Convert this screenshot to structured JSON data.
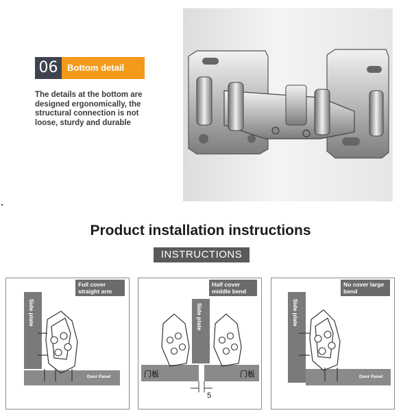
{
  "feature": {
    "number": "06",
    "title": "Bottom detail",
    "description": "The details at the bottom are designed ergonomically, the structural connection is not loose, sturdy and durable"
  },
  "heading": "Product installation instructions",
  "instructions_label": "INSTRUCTIONS",
  "panels": [
    {
      "title": "Full cover straight arm",
      "side_label": "Side plate",
      "door_label": "Door Panel"
    },
    {
      "title": "Half cover middle bend",
      "side_label": "Side plate",
      "door_label_left": "门板",
      "door_label_right": "门板",
      "gap": "5"
    },
    {
      "title": "No cover large bend",
      "side_label": "Side plate",
      "door_label": "Door Panel"
    }
  ],
  "colors": {
    "badge_dark": "#3f4350",
    "badge_orange": "#f39a1a",
    "tag_gray": "#6b6b6b"
  }
}
